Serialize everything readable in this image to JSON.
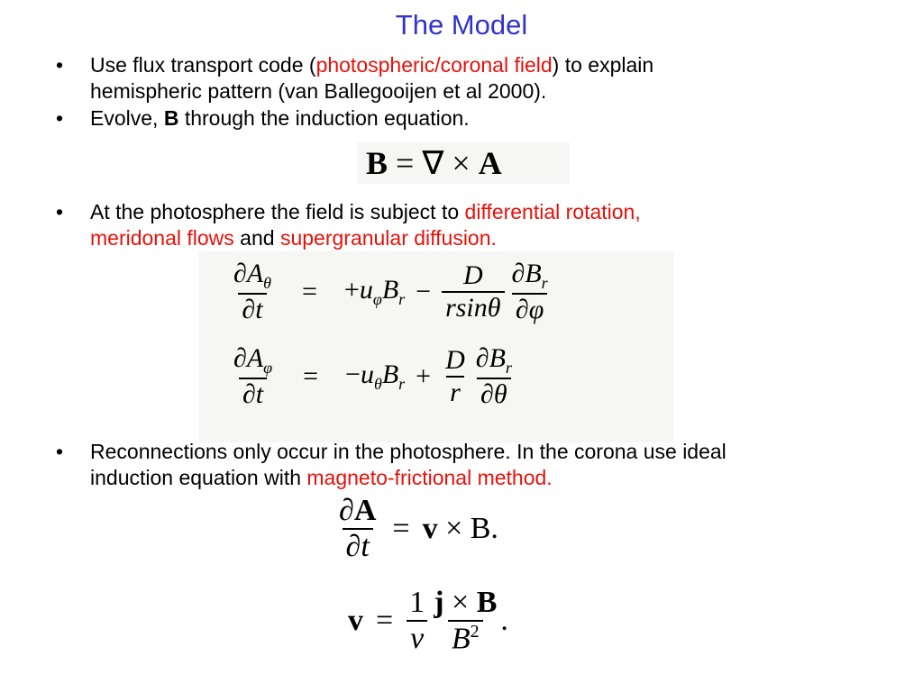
{
  "title": "The Model",
  "bullet_symbol": "•",
  "bullets": {
    "b1": {
      "pre": "Use flux transport code (",
      "highlight": "photospheric/coronal field",
      "post": ") to explain",
      "line2": "hemispheric pattern (van Ballegooijen et al 2000)."
    },
    "b2": {
      "pre": "Evolve, ",
      "bold": "B",
      "post": " through the induction equation."
    },
    "b3": {
      "pre": "At the photosphere the field is subject to ",
      "h1": "differential rotation,",
      "h2": "meridonal flows",
      "mid": " and ",
      "h3": "supergranular diffusion."
    },
    "b4": {
      "line1": "Reconnections only occur in the photosphere. In the corona use ideal",
      "pre2": "induction equation with ",
      "highlight": "magneto-frictional method."
    }
  },
  "colors": {
    "title": "#3333cc",
    "highlight": "#e8100a"
  }
}
